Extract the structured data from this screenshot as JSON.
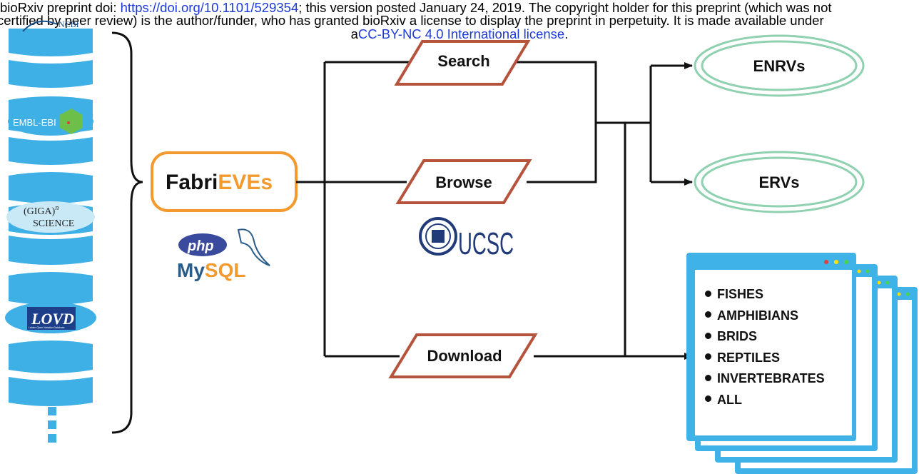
{
  "header": {
    "line1_pre": "bioRxiv preprint doi: ",
    "line1_link": "https://doi.org/10.1101/529354",
    "line1_post": "; this version posted January 24, 2019. The copyright holder for this preprint (which was not",
    "line2": "certified by peer review) is the author/funder, who has granted bioRxiv a license to display the preprint in perpetuity. It is made available under",
    "line3_pre": "a",
    "line3_link": "CC-BY-NC 4.0 International license",
    "line3_post": "."
  },
  "sources": {
    "ncbi": "NCBI",
    "embl": "EMBL-EBI",
    "giga_a": "(GIGA)",
    "giga_n": "n",
    "giga_b": "SCIENCE",
    "lovd": "LOVD",
    "lovd_sub": "Leiden Open Variation Database"
  },
  "center": {
    "app_name_a": "Fabri",
    "app_name_b": "EVEs",
    "php": "php",
    "mysql_a": "My",
    "mysql_b": "SQL",
    "ucsc": "UCSC"
  },
  "actions": {
    "search": "Search",
    "browse": "Browse",
    "download": "Download"
  },
  "outputs": {
    "enrvs": "ENRVs",
    "ervs": "ERVs"
  },
  "categories": [
    "FISHES",
    "AMPHIBIANS",
    "BRIDS",
    "REPTILES",
    "INVERTEBRATES",
    "ALL"
  ],
  "colors": {
    "db_blue": "#3fb0e6",
    "orange": "#f29a2e",
    "action_border": "#b5533c",
    "green_ring": "#8fd1b0",
    "window_blue": "#3fb3e8",
    "link_blue": "#1f3bd6"
  }
}
